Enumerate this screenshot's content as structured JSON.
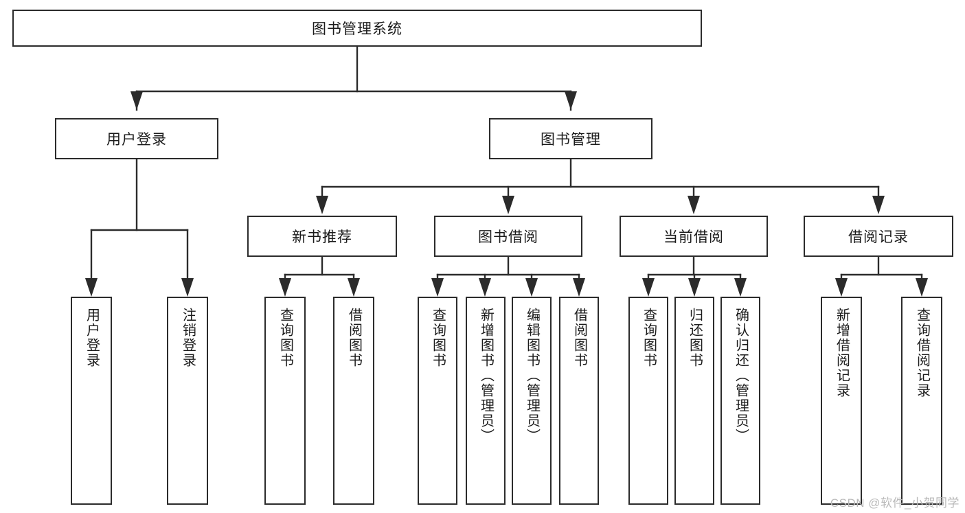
{
  "diagram": {
    "title": "图书管理系统",
    "type": "tree-hierarchy",
    "watermark": "CSDN @软件_小贺同学",
    "colors": {
      "line": "#2b2b2b",
      "box_border": "#2b2b2b",
      "box_fill": "#ffffff",
      "text": "#1b1b1b",
      "watermark": "#b9b9b9"
    },
    "root": {
      "label": "图书管理系统"
    },
    "level2": [
      {
        "label": "用户登录"
      },
      {
        "label": "图书管理"
      }
    ],
    "level3": [
      {
        "label": "新书推荐"
      },
      {
        "label": "图书借阅"
      },
      {
        "label": "当前借阅"
      },
      {
        "label": "借阅记录"
      }
    ],
    "leaves": {
      "user_login": [
        {
          "label": "用户登录"
        },
        {
          "label": "注销登录"
        }
      ],
      "new_book": [
        {
          "label": "查询图书"
        },
        {
          "label": "借阅图书"
        }
      ],
      "book_borrow": [
        {
          "label": "查询图书"
        },
        {
          "label": "新增图书（管理员）"
        },
        {
          "label": "编辑图书（管理员）"
        },
        {
          "label": "借阅图书"
        }
      ],
      "current_borrow": [
        {
          "label": "查询图书"
        },
        {
          "label": "归还图书"
        },
        {
          "label": "确认归还（管理员）"
        }
      ],
      "borrow_record": [
        {
          "label": "新增借阅记录"
        },
        {
          "label": "查询借阅记录"
        }
      ]
    }
  }
}
